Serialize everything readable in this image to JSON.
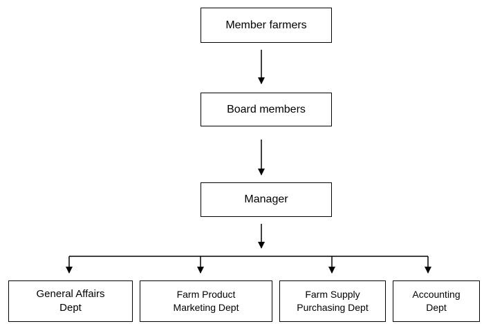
{
  "diagram": {
    "nodes": {
      "member_farmers": "Member farmers",
      "board_members": "Board members",
      "manager": "Manager",
      "general_affairs": "General Affairs\nDept",
      "farm_product_marketing": "Farm Product\nMarketing Dept",
      "farm_supply_purchasing": "Farm Supply\nPurchasing Dept",
      "accounting": "Accounting\nDept"
    },
    "edges": [
      [
        "member_farmers",
        "board_members"
      ],
      [
        "board_members",
        "manager"
      ],
      [
        "manager",
        "general_affairs"
      ],
      [
        "manager",
        "farm_product_marketing"
      ],
      [
        "manager",
        "farm_supply_purchasing"
      ],
      [
        "manager",
        "accounting"
      ]
    ]
  }
}
